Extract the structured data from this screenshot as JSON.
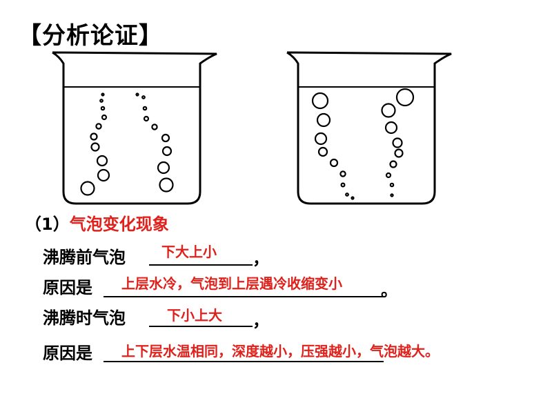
{
  "title": "【分析论证】",
  "section1": {
    "number": "（1）",
    "heading": "气泡变化现象"
  },
  "rows": [
    {
      "label": "沸腾前气泡",
      "answer": "下大上小",
      "trail": "，"
    },
    {
      "label": "原因是",
      "answer": "上层水冷，气泡到上层遇冷收缩变小",
      "trail": "。"
    },
    {
      "label": "沸腾时气泡",
      "answer": "下小上大",
      "trail": "，"
    },
    {
      "label": "原因是",
      "answer": "上下层水温相同，深度越小，压强越小，气泡越大。",
      "trail": ""
    }
  ],
  "colors": {
    "answer": "#e0201a",
    "text": "#000000"
  }
}
